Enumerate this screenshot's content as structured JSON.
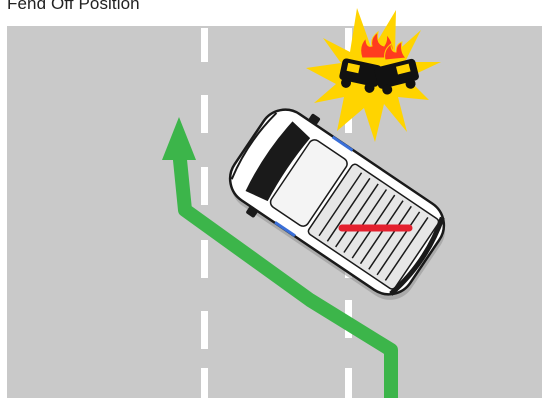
{
  "title": "Fend Off Position",
  "colors": {
    "road": "#c9c9c9",
    "lane_marking": "#ffffff",
    "path_arrow": "#3cb54a",
    "barrier": "#e4202e",
    "explosion": "#ffd400",
    "flame": "#ff3b1f",
    "crash_cars": "#111111",
    "vehicle_body": "#ffffff"
  },
  "icons": [
    "green-path-arrow",
    "crash-explosion-icon",
    "fire-truck-topview",
    "red-barrier-bar"
  ]
}
